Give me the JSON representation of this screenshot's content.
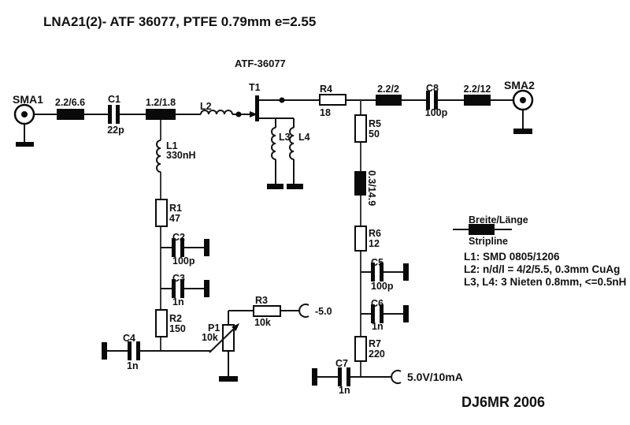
{
  "title": "LNA21(2)- ATF 36077, PTFE 0.79mm e=2.55",
  "footer": "DJ6MR 2006",
  "transistor": {
    "ref": "T1",
    "part": "ATF-36077"
  },
  "connectors": {
    "sma1": "SMA1",
    "sma2": "SMA2",
    "neg_supply": "-5.0",
    "pos_supply": "5.0V/10mA"
  },
  "striplines": {
    "input1": "2.2/6.6",
    "input2": "1.2/1.8",
    "output1": "2.2/2",
    "output2": "2.2/12",
    "bias": "0.3/14.9"
  },
  "capacitors": {
    "c1": {
      "ref": "C1",
      "value": "22p"
    },
    "c2": {
      "ref": "C2",
      "value": "100p"
    },
    "c3": {
      "ref": "C3",
      "value": "1n"
    },
    "c4": {
      "ref": "C4",
      "value": "1n"
    },
    "c5": {
      "ref": "C5",
      "value": "100p"
    },
    "c6": {
      "ref": "C6",
      "value": "1n"
    },
    "c7": {
      "ref": "C7",
      "value": "1n"
    },
    "c8": {
      "ref": "C8",
      "value": "100p"
    }
  },
  "resistors": {
    "r1": {
      "ref": "R1",
      "value": "47"
    },
    "r2": {
      "ref": "R2",
      "value": "150"
    },
    "r3": {
      "ref": "R3",
      "value": "10k"
    },
    "r4": {
      "ref": "R4",
      "value": "18"
    },
    "r5": {
      "ref": "R5",
      "value": "50"
    },
    "r6": {
      "ref": "R6",
      "value": "12"
    },
    "r7": {
      "ref": "R7",
      "value": "220"
    }
  },
  "potentiometer": {
    "ref": "P1",
    "value": "10k"
  },
  "inductors": {
    "l1": {
      "ref": "L1",
      "value": "330nH"
    },
    "l2": {
      "ref": "L2"
    },
    "l3": {
      "ref": "L3"
    },
    "l4": {
      "ref": "L4"
    }
  },
  "legend": {
    "top_label": "Breite/Länge",
    "bottom_label": "Stripline"
  },
  "notes": {
    "line1": "L1: SMD 0805/1206",
    "line2": "L2: n/d/l = 4/2/5.5, 0.3mm CuAg",
    "line3": "L3, L4: 3 Nieten 0.8mm, <=0.5nH"
  },
  "colors": {
    "ink": "#000000",
    "background": "#ffffff"
  }
}
